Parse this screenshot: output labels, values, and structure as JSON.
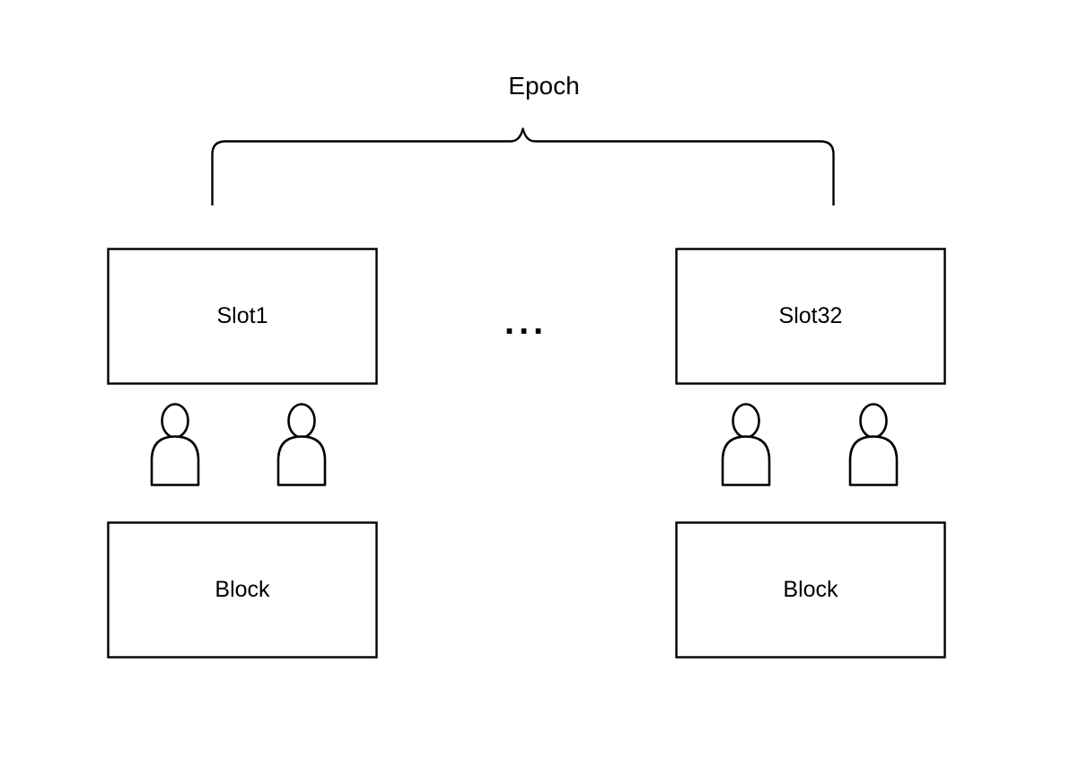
{
  "diagram": {
    "title": "Epoch",
    "background_color": "#ffffff",
    "stroke_color": "#000000",
    "bracket": {
      "label": "Epoch",
      "name": "epoch-bracket"
    },
    "ellipsis": "...",
    "groups": [
      {
        "id": "slot1",
        "slot_label": "Slot1",
        "validators": [
          {
            "id": "slot1-validator-1",
            "icon": "person-icon"
          },
          {
            "id": "slot1-validator-2",
            "icon": "person-icon"
          }
        ],
        "block_label": "Block"
      },
      {
        "id": "slot32",
        "slot_label": "Slot32",
        "validators": [
          {
            "id": "slot32-validator-1",
            "icon": "person-icon"
          },
          {
            "id": "slot32-validator-2",
            "icon": "person-icon"
          }
        ],
        "block_label": "Block"
      }
    ]
  }
}
